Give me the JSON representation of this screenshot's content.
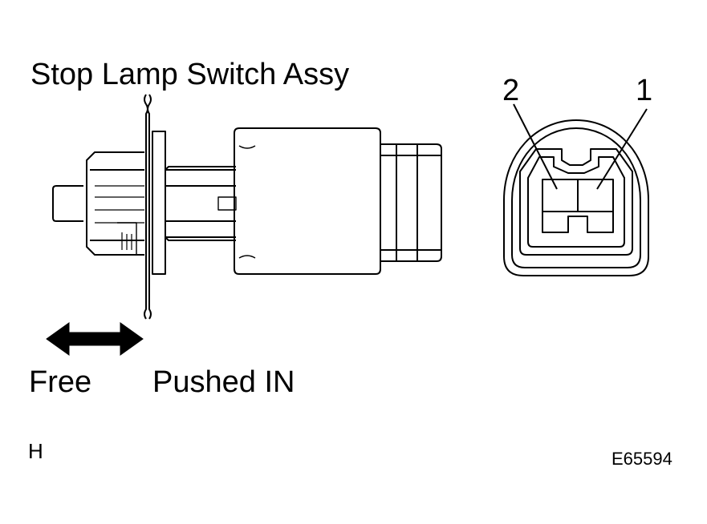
{
  "title": "Stop Lamp Switch Assy",
  "labels": {
    "free": "Free",
    "pushed_in": "Pushed IN",
    "pin_2": "2",
    "pin_1": "1",
    "corner_mark": "H",
    "figure_code": "E65594"
  },
  "colors": {
    "line": "#000000",
    "background": "#ffffff"
  }
}
